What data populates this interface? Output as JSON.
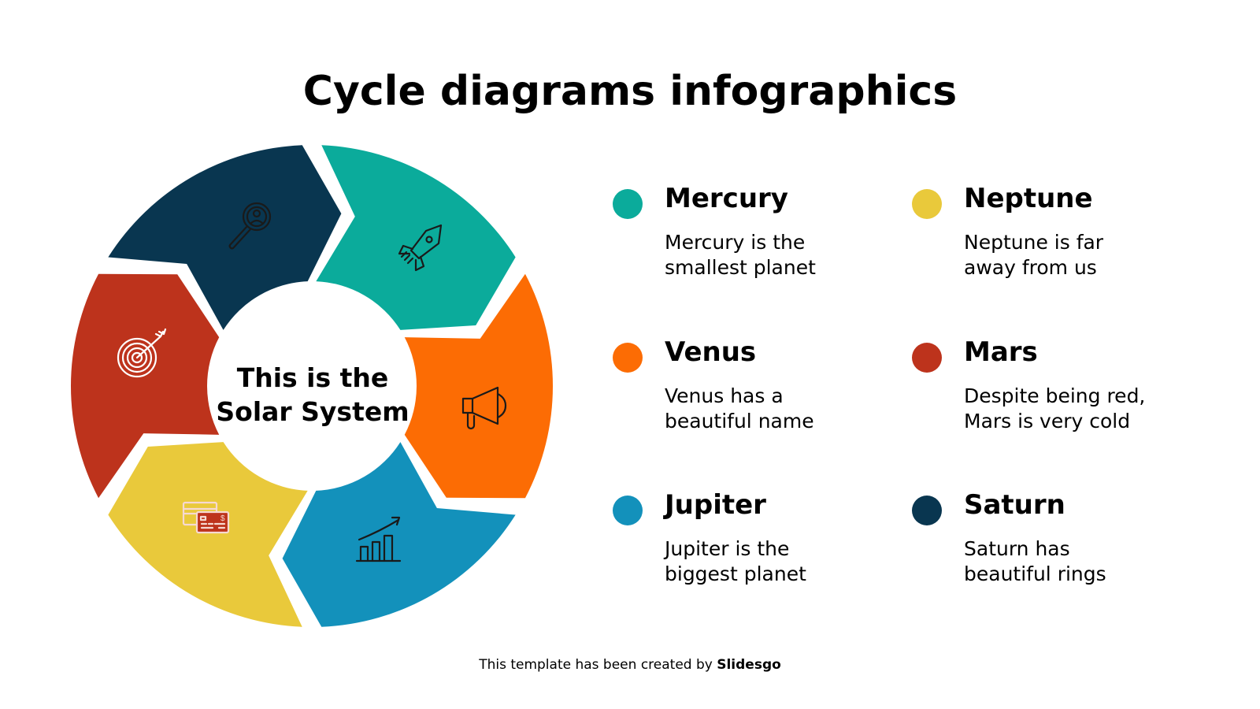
{
  "title": "Cycle diagrams infographics",
  "center": {
    "line1": "This is the",
    "line2": "Solar System"
  },
  "segments": [
    {
      "name": "Mercury",
      "color": "#0bab9b",
      "icon": "search-person-icon"
    },
    {
      "name": "Venus",
      "color": "#fc6c04",
      "icon": "rocket-icon"
    },
    {
      "name": "Jupiter",
      "color": "#1391bb",
      "icon": "megaphone-icon"
    },
    {
      "name": "Neptune",
      "color": "#e9c93b",
      "icon": "growth-chart-icon"
    },
    {
      "name": "Mars",
      "color": "#bd331c",
      "icon": "credit-cards-icon"
    },
    {
      "name": "Saturn",
      "color": "#093650",
      "icon": "target-icon"
    }
  ],
  "items": [
    {
      "title": "Mercury",
      "desc_line1": "Mercury is the",
      "desc_line2": "smallest planet",
      "color": "#0bab9b"
    },
    {
      "title": "Neptune",
      "desc_line1": "Neptune is far",
      "desc_line2": "away from us",
      "color": "#e9c93b"
    },
    {
      "title": "Venus",
      "desc_line1": "Venus has a",
      "desc_line2": "beautiful name",
      "color": "#fc6c04"
    },
    {
      "title": "Mars",
      "desc_line1": "Despite being red,",
      "desc_line2": "Mars is very cold",
      "color": "#bd331c"
    },
    {
      "title": "Jupiter",
      "desc_line1": "Jupiter is the",
      "desc_line2": "biggest planet",
      "color": "#1391bb"
    },
    {
      "title": "Saturn",
      "desc_line1": "Saturn has",
      "desc_line2": "beautiful rings",
      "color": "#093650"
    }
  ],
  "footer": {
    "prefix": "This template has been created by ",
    "brand": "Slidesgo"
  }
}
